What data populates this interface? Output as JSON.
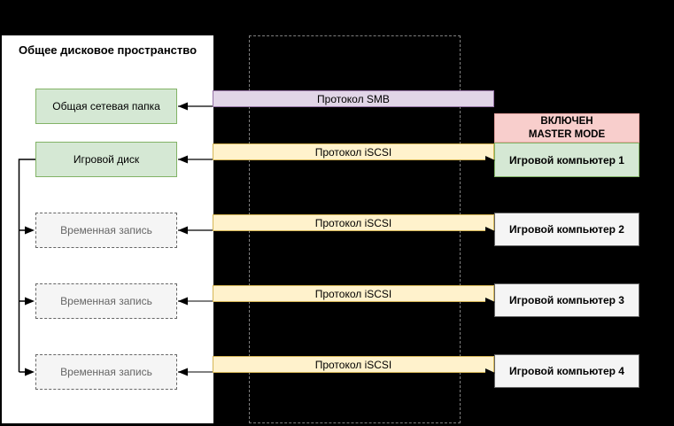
{
  "panel": {
    "title": "Общее дисковое пространство"
  },
  "storage_boxes": [
    {
      "label": "Общая сетевая папка",
      "style": "solid-green"
    },
    {
      "label": "Игровой диск",
      "style": "solid-green"
    },
    {
      "label": "Временная запись",
      "style": "dashed-gray"
    },
    {
      "label": "Временная запись",
      "style": "dashed-gray"
    },
    {
      "label": "Временная запись",
      "style": "dashed-gray"
    }
  ],
  "protocols": [
    {
      "label": "Протокол SMB",
      "type": "smb"
    },
    {
      "label": "Протокол iSCSI",
      "type": "iscsi"
    },
    {
      "label": "Протокол iSCSI",
      "type": "iscsi"
    },
    {
      "label": "Протокол iSCSI",
      "type": "iscsi"
    },
    {
      "label": "Протокол iSCSI",
      "type": "iscsi"
    }
  ],
  "master_mode": {
    "line1": "ВКЛЮЧЕН",
    "line2": "MASTER MODE"
  },
  "computers": [
    {
      "label": "Игровой компьютер 1",
      "highlight": true
    },
    {
      "label": "Игровой компьютер 2",
      "highlight": false
    },
    {
      "label": "Игровой компьютер 3",
      "highlight": false
    },
    {
      "label": "Игровой компьютер 4",
      "highlight": false
    }
  ],
  "colors": {
    "background": "#000000",
    "panel": "#ffffff",
    "green_fill": "#d5e8d4",
    "green_stroke": "#82b366",
    "purple_fill": "#e1d5e7",
    "purple_stroke": "#9673a6",
    "yellow_fill": "#fff2cc",
    "yellow_stroke": "#d6b656",
    "pink_fill": "#f8cecc",
    "gray_fill": "#f5f5f5",
    "gray_stroke": "#666666",
    "arrow_black": "#000000",
    "arrow_gray": "#808080"
  }
}
